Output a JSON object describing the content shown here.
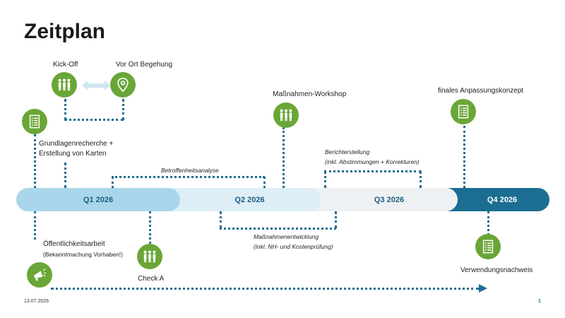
{
  "title": "Zeitplan",
  "quarters": [
    "Q1 2026",
    "Q2 2026",
    "Q3 2026",
    "Q4 2026"
  ],
  "milestones": {
    "kickoff": "Kick-Off",
    "vor_ort": "Vor Ort Begehung",
    "grundlagen": [
      "Grundlagenrecherche +",
      "Erstellung von Karten"
    ],
    "massnahmen_workshop": "Maßnahmen-Workshop",
    "anpassungskonzept": "finales Anpassungskonzept",
    "oeffentlichkeit": "Öffentlichkeitsarbeit",
    "oeffentlichkeit_sub": "(Bekanntmachung Vorhaben!)",
    "check_a": "Check A",
    "verwendungsnachweis": "Verwendungsnachweis"
  },
  "phases": {
    "betroffenheit": "Betroffenheitsanalyse",
    "bericht": [
      "Berichterstellung",
      "(inkl. Abstimmungen + Korrekturen)"
    ],
    "massnahmenentwicklung": [
      "Maßnahmenentwicklung",
      "(inkl. NH- und Kostenprüfung)"
    ]
  },
  "footer": {
    "date": "13.07.2026",
    "page": "1"
  },
  "colors": {
    "green": "#6aa637",
    "dark_blue": "#1b6e92",
    "dotted": "#1e6e93",
    "q1": "#a9d6ea",
    "q2": "#deeef7",
    "q3": "#eef1f3"
  },
  "icons": [
    "people-icon",
    "location-pin-icon",
    "document-list-icon",
    "megaphone-icon",
    "double-arrow-icon"
  ]
}
